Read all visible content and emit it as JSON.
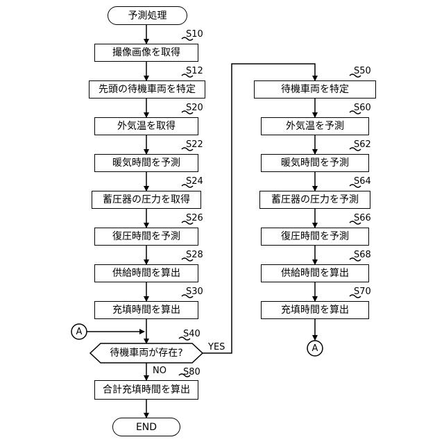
{
  "start": "予測処理",
  "end": "END",
  "left_steps": [
    {
      "id": "S10",
      "text": "撮像画像を取得"
    },
    {
      "id": "S12",
      "text": "先頭の待機車両を特定"
    },
    {
      "id": "S20",
      "text": "外気温を取得"
    },
    {
      "id": "S22",
      "text": "暖気時間を予測"
    },
    {
      "id": "S24",
      "text": "蓄圧器の圧力を取得"
    },
    {
      "id": "S26",
      "text": "復圧時間を予測"
    },
    {
      "id": "S28",
      "text": "供給時間を算出"
    },
    {
      "id": "S30",
      "text": "充填時間を算出"
    }
  ],
  "decision": {
    "id": "S40",
    "text": "待機車両が存在?",
    "yes": "YES",
    "no": "NO"
  },
  "final_step": {
    "id": "S80",
    "text": "合計充填時間を算出"
  },
  "right_steps": [
    {
      "id": "S50",
      "text": "待機車両を特定"
    },
    {
      "id": "S60",
      "text": "外気温を予測"
    },
    {
      "id": "S62",
      "text": "暖気時間を予測"
    },
    {
      "id": "S64",
      "text": "蓄圧器の圧力を予測"
    },
    {
      "id": "S66",
      "text": "復圧時間を予測"
    },
    {
      "id": "S68",
      "text": "供給時間を算出"
    },
    {
      "id": "S70",
      "text": "充填時間を算出"
    }
  ],
  "connector": "A"
}
